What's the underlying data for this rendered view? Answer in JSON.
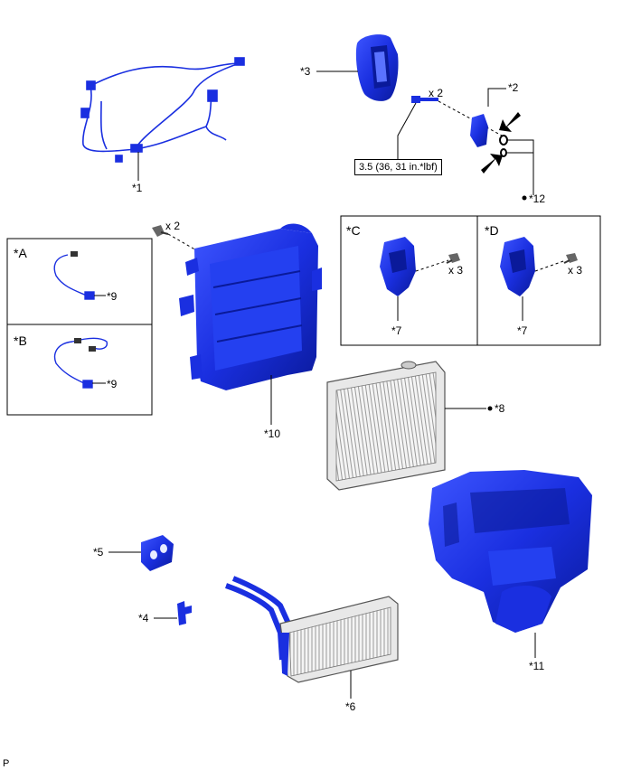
{
  "labels": {
    "p1": "*1",
    "p2": "*2",
    "p3": "*3",
    "p4": "*4",
    "p5": "*5",
    "p6": "*6",
    "p7c": "*7",
    "p7d": "*7",
    "p8": "*8",
    "p9a": "*9",
    "p9b": "*9",
    "p10": "*10",
    "p11": "*11",
    "p12": "*12",
    "boxA": "*A",
    "boxB": "*B",
    "boxC": "*C",
    "boxD": "*D",
    "qty_bolt_top": "x 2",
    "qty_screw_case": "x 2",
    "qty_screw_c": "x 3",
    "qty_screw_d": "x 3",
    "torque_spec": "3.5 (36, 31 in.*lbf)",
    "page_code": "P"
  },
  "colors": {
    "part_fill": "#1a2fe0",
    "part_dark": "#0a1a9a",
    "part_light": "#5a72ff",
    "line": "#000000"
  }
}
